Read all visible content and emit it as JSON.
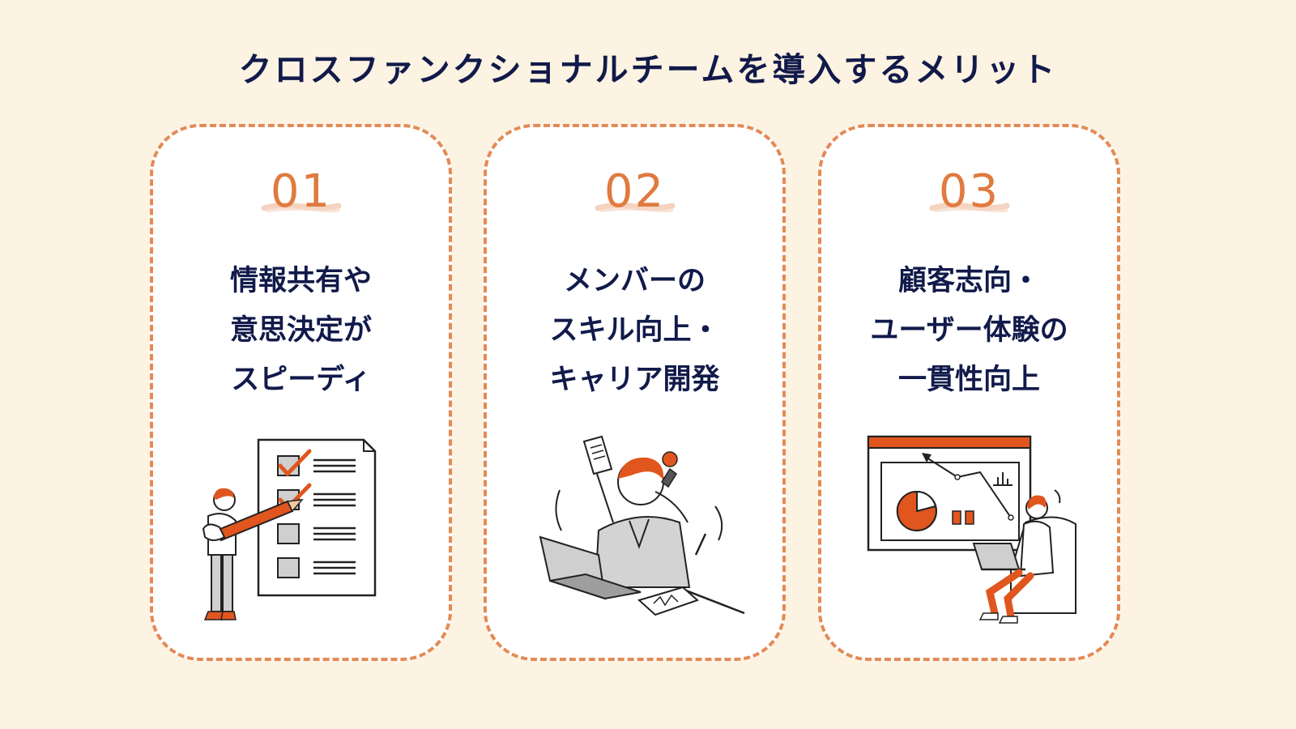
{
  "title": "クロスファンクショナルチームを導入するメリット",
  "cards": [
    {
      "number": "01",
      "lines": [
        "情報共有や",
        "意思決定が",
        "スピーディ"
      ],
      "illustration": "checklist-person-icon"
    },
    {
      "number": "02",
      "lines": [
        "メンバーの",
        "スキル向上・",
        "キャリア開発"
      ],
      "illustration": "busy-worker-icon"
    },
    {
      "number": "03",
      "lines": [
        "顧客志向・",
        "ユーザー体験の",
        "一貫性向上"
      ],
      "illustration": "dashboard-person-icon"
    }
  ],
  "colors": {
    "background": "#fdf3e2",
    "accent": "#e07a3f",
    "text": "#111a4a",
    "card": "#ffffff",
    "border": "#e48a55"
  }
}
